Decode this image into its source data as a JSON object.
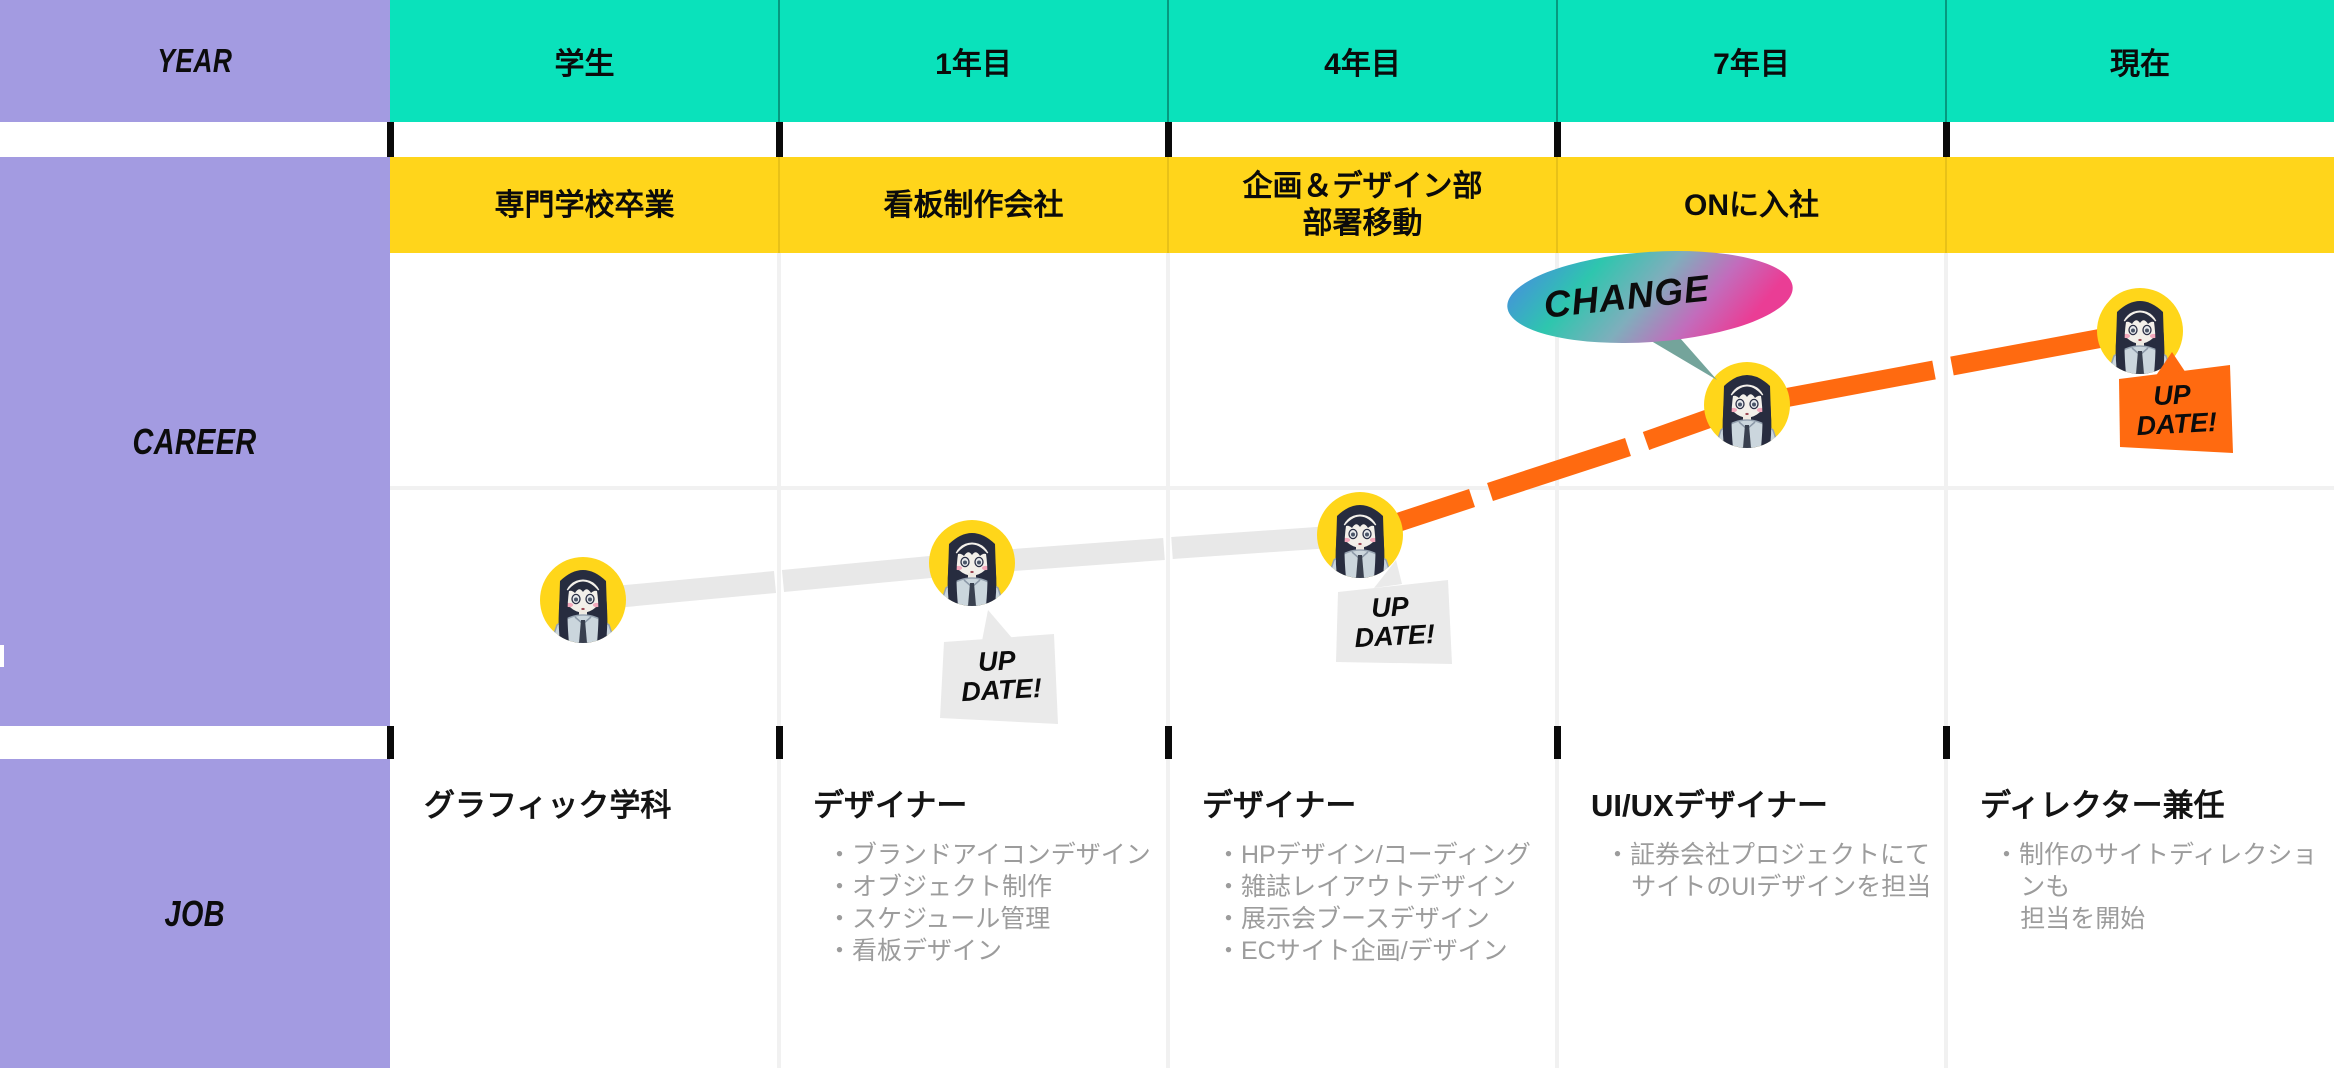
{
  "colors": {
    "purple": "#A39BE1",
    "teal": "#0AE2BB",
    "yellow": "#FFD51B",
    "orange": "#FF6A10",
    "path_grey": "#E8E8E8",
    "bubble_grey": "#EAEAEA",
    "bullet_text_grey": "#9C9C9C",
    "change_gradient": [
      "#4C82E8",
      "#2EC6AE",
      "#7FAEBC",
      "#C26CBC",
      "#EA3D95"
    ]
  },
  "sidebar": {
    "year_label": "YEAR",
    "career_label": "CAREER",
    "job_label": "JOB"
  },
  "year_columns": [
    "学生",
    "1年目",
    "4年目",
    "7年目",
    "現在"
  ],
  "career_milestones": [
    "専門学校卒業",
    "看板制作会社",
    "企画＆デザイン部\n部署移動",
    "ONに入社"
  ],
  "labels": {
    "change": "CHANGE",
    "up": "UP",
    "date": "DATE!"
  },
  "jobs": [
    {
      "title": "グラフィック学科",
      "bullets": []
    },
    {
      "title": "デザイナー",
      "bullets": [
        "・ブランドアイコンデザイン",
        "・オブジェクト制作",
        "・スケジュール管理",
        "・看板デザイン"
      ]
    },
    {
      "title": "デザイナー",
      "bullets": [
        "・HPデザイン/コーディング",
        "・雑誌レイアウトデザイン",
        "・展示会ブースデザイン",
        "・ECサイト企画/デザイン"
      ]
    },
    {
      "title": "UI/UXデザイナー",
      "bullets": [
        "・証券会社プロジェクトにて\nサイトのUIデザインを担当"
      ]
    },
    {
      "title": "ディレクター兼任",
      "bullets": [
        "・制作のサイトディレクションも\n担当を開始"
      ]
    }
  ]
}
